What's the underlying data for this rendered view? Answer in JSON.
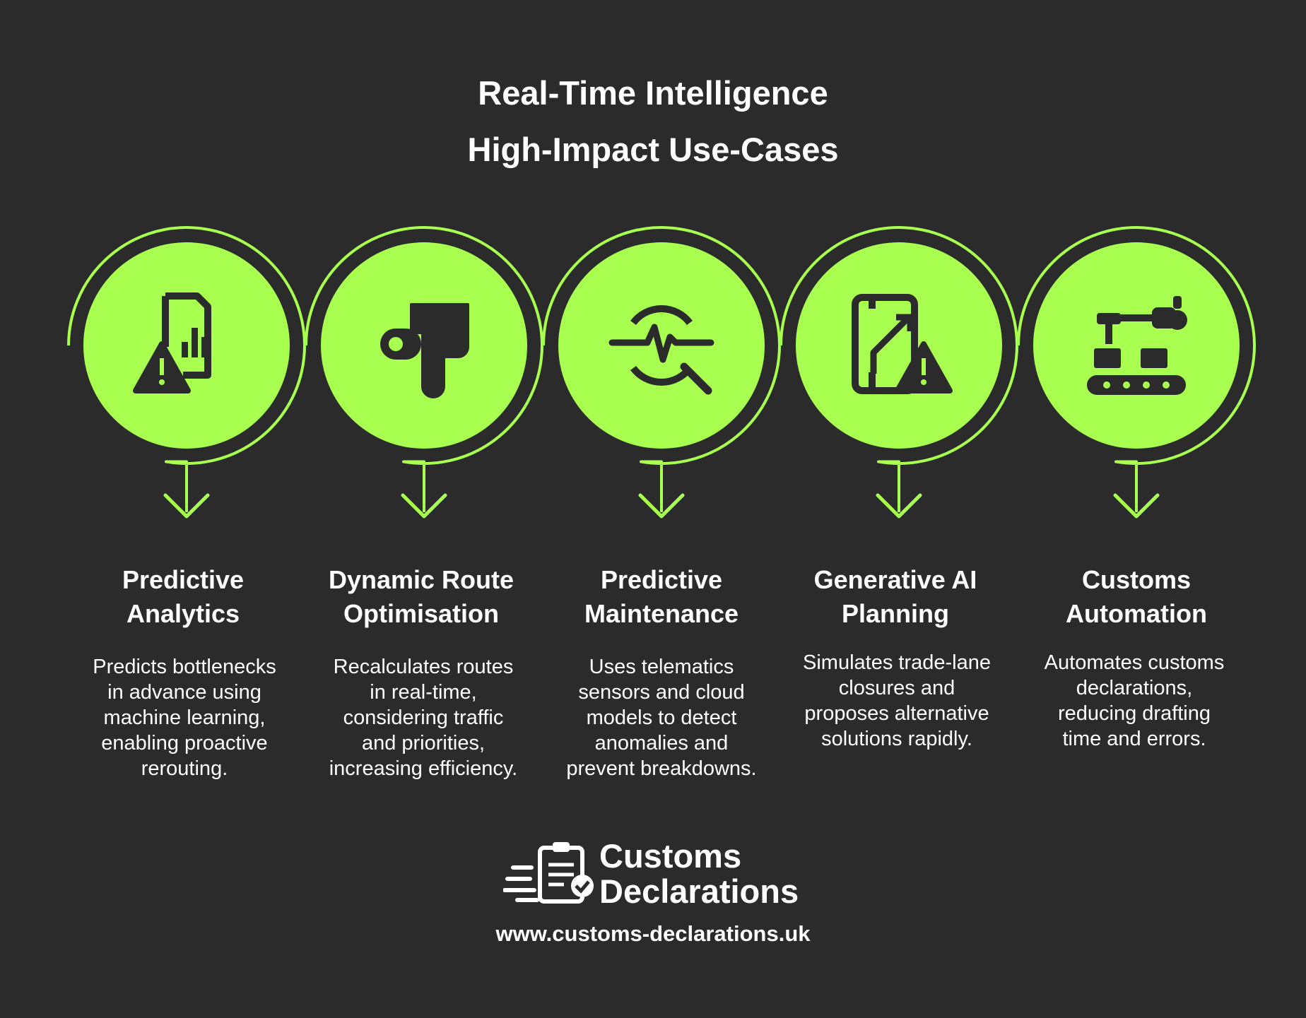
{
  "header": {
    "title_line1": "Real-Time Intelligence",
    "title_line2": "High-Impact Use-Cases"
  },
  "colors": {
    "background": "#2b2b2b",
    "accent": "#a8ff4f",
    "icon": "#2b2b2b",
    "text": "#ffffff"
  },
  "steps": [
    {
      "title_line1": "Predictive",
      "title_line2": "Analytics",
      "icon": "report-warning-icon",
      "description": [
        "Predicts bottlenecks",
        "in advance using",
        "machine learning,",
        "enabling proactive",
        "rerouting."
      ]
    },
    {
      "title_line1": "Dynamic Route",
      "title_line2": "Optimisation",
      "icon": "route-icon",
      "description": [
        "Recalculates routes",
        "in real-time,",
        "considering traffic",
        "and priorities,",
        "increasing efficiency."
      ]
    },
    {
      "title_line1": "Predictive",
      "title_line2": "Maintenance",
      "icon": "pulse-search-icon",
      "description": [
        "Uses telematics",
        "sensors and cloud",
        "models to detect",
        "anomalies and",
        "prevent breakdowns."
      ]
    },
    {
      "title_line1": "Generative AI",
      "title_line2": "Planning",
      "icon": "map-alert-icon",
      "description": [
        "Simulates trade-lane",
        "closures and",
        "proposes alternative",
        "solutions rapidly."
      ]
    },
    {
      "title_line1": "Customs",
      "title_line2": "Automation",
      "icon": "robot-arm-conveyor-icon",
      "description": [
        "Automates customs",
        "declarations,",
        "reducing drafting",
        "time and errors."
      ]
    }
  ],
  "footer": {
    "brand_line1": "Customs",
    "brand_line2": "Declarations",
    "website": "www.customs-declarations.uk",
    "logo_icon": "clipboard-check-icon"
  }
}
